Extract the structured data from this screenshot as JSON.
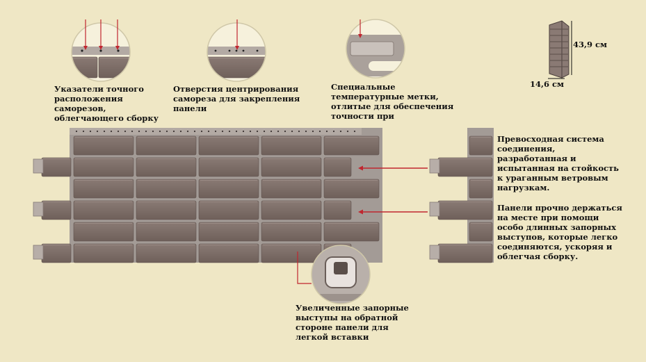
{
  "callouts": {
    "top1": [
      "Указатели точного",
      "расположения",
      "саморезов,",
      "облегчающего сборку"
    ],
    "top2": [
      "Отверстия центрирования",
      "самореза для закрепления",
      "панели"
    ],
    "top3": [
      "Специальные",
      "температурные метки,",
      "отлитые для обеспечения",
      "точности при"
    ],
    "right1": [
      "Превосходная система",
      "соединения,",
      "разработанная и",
      "испытанная на стойкость",
      "к ураганным ветровым",
      "нагрузкам."
    ],
    "right2": [
      "Панели прочно держаться",
      "на месте при помощи",
      "особо длинных запорных",
      "выступов, которые легко",
      "соединяются, ускоряя и",
      "облегчая сборку."
    ],
    "bottom": [
      "Увеличенные запорные",
      "выступы на обратной",
      "стороне панели для",
      "легкой вставки"
    ]
  },
  "dimensions": {
    "height": "43,9 см",
    "width": "14,6 см"
  },
  "colors": {
    "background": "#efe7c5",
    "brick": "#7d6c66",
    "mortar": "#a39b96",
    "arrow": "#c0262f"
  }
}
